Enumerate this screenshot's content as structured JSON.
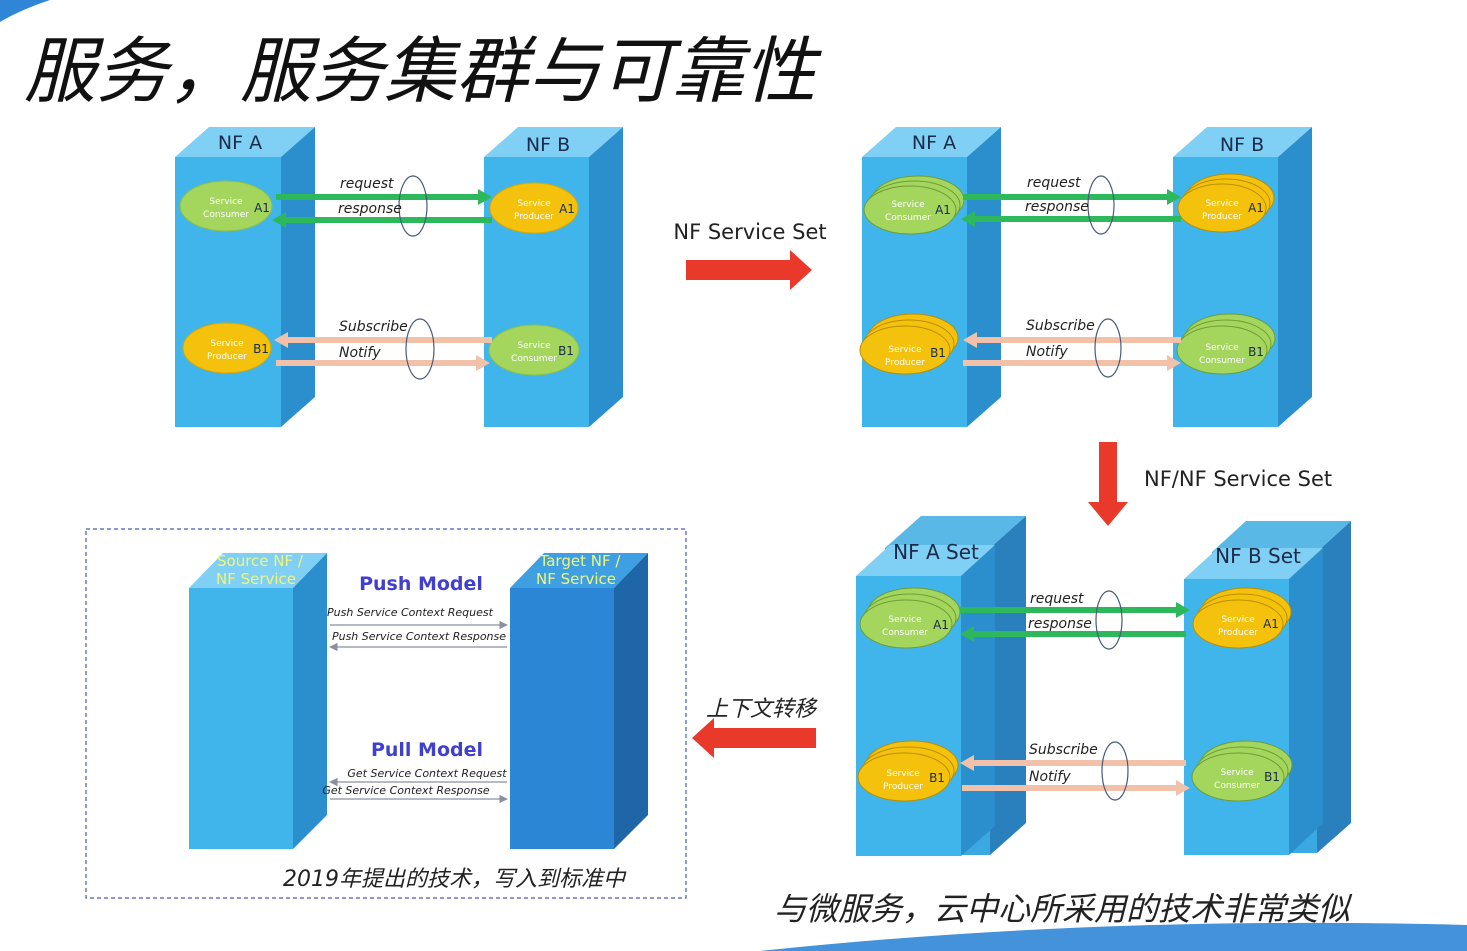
{
  "title": "服务，服务集群与可靠性",
  "colors": {
    "box_front": "#3fb5ec",
    "box_side": "#2a8fcc",
    "box_top": "#7fd0f4",
    "box_dark_front": "#2b86d6",
    "box_dark_side": "#1f66a8",
    "box_dark_top": "#3f9fe3",
    "ellipse_green": "#a4d65e",
    "ellipse_yellow": "#f4c20d",
    "arrow_green": "#2eb85c",
    "arrow_peach": "#f2c1a9",
    "arrow_red": "#e8392a",
    "model_title": "#3f3fd0",
    "box_label_light": "#f1f57a"
  },
  "panel1": {
    "nf_a": "NF A",
    "nf_b": "NF B",
    "left_top": {
      "line1": "Service",
      "line2": "Consumer",
      "tag": "A1"
    },
    "right_top": {
      "line1": "Service",
      "line2": "Producer",
      "tag": "A1"
    },
    "left_bottom": {
      "line1": "Service",
      "line2": "Producer",
      "tag": "B1"
    },
    "right_bottom": {
      "line1": "Service",
      "line2": "Consumer",
      "tag": "B1"
    },
    "request": "request",
    "response": "response",
    "subscribe": "Subscribe",
    "notify": "Notify"
  },
  "panel2": {
    "nf_a": "NF A",
    "nf_b": "NF B",
    "left_top": {
      "line1": "Service",
      "line2": "Consumer",
      "tag": "A1"
    },
    "right_top": {
      "line1": "Service",
      "line2": "Producer",
      "tag": "A1"
    },
    "left_bottom": {
      "line1": "Service",
      "line2": "Producer",
      "tag": "B1"
    },
    "right_bottom": {
      "line1": "Service",
      "line2": "Consumer",
      "tag": "B1"
    },
    "request": "request",
    "response": "response",
    "subscribe": "Subscribe",
    "notify": "Notify"
  },
  "panel3": {
    "nf_a": "NF A Set",
    "nf_b": "NF B Set",
    "left_top": {
      "line1": "Service",
      "line2": "Consumer",
      "tag": "A1"
    },
    "right_top": {
      "line1": "Service",
      "line2": "Producer",
      "tag": "A1"
    },
    "left_bottom": {
      "line1": "Service",
      "line2": "Producer",
      "tag": "B1"
    },
    "right_bottom": {
      "line1": "Service",
      "line2": "Consumer",
      "tag": "B1"
    },
    "request": "request",
    "response": "response",
    "subscribe": "Subscribe",
    "notify": "Notify"
  },
  "arrow_labels": {
    "nf_service_set": "NF Service Set",
    "nf_nf_service_set": "NF/NF Service Set",
    "context_transfer": "上下文转移"
  },
  "context": {
    "source": {
      "line1": "Source NF /",
      "line2": "NF Service"
    },
    "target": {
      "line1": "Target NF /",
      "line2": "NF Service"
    },
    "push_title": "Push Model",
    "push_request": "Push Service Context Request",
    "push_response": "Push Service Context Response",
    "pull_title": "Pull Model",
    "pull_request": "Get Service Context Request",
    "pull_response": "Get Service Context Response",
    "caption": "2019年提出的技术，写入到标准中"
  },
  "footer_note": "与微服务，云中心所采用的技术非常类似"
}
